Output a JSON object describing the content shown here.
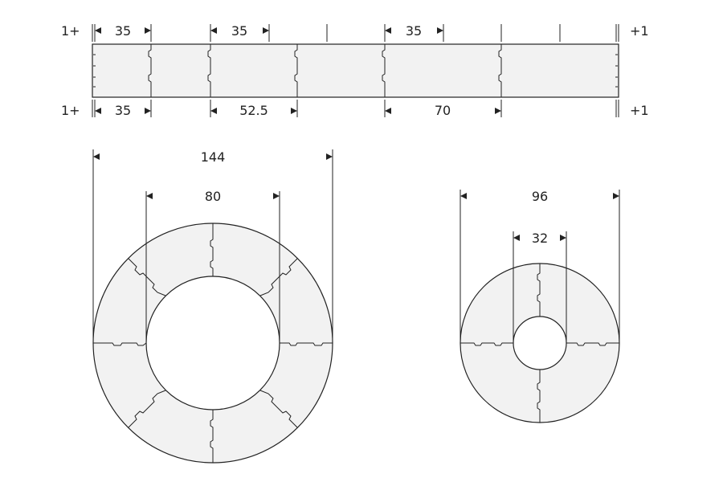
{
  "strip": {
    "top_left_tag": "1+",
    "top_right_tag": "+1",
    "bottom_left_tag": "1+",
    "bottom_right_tag": "+1",
    "top_dims": [
      "35",
      "35",
      "35"
    ],
    "bottom_dims": [
      "35",
      "52.5",
      "70"
    ]
  },
  "large_ring": {
    "outer_dim": "144",
    "inner_dim": "80"
  },
  "small_ring": {
    "outer_dim": "96",
    "inner_dim": "32"
  },
  "colors": {
    "fill": "#f2f2f2",
    "line": "#222222"
  }
}
